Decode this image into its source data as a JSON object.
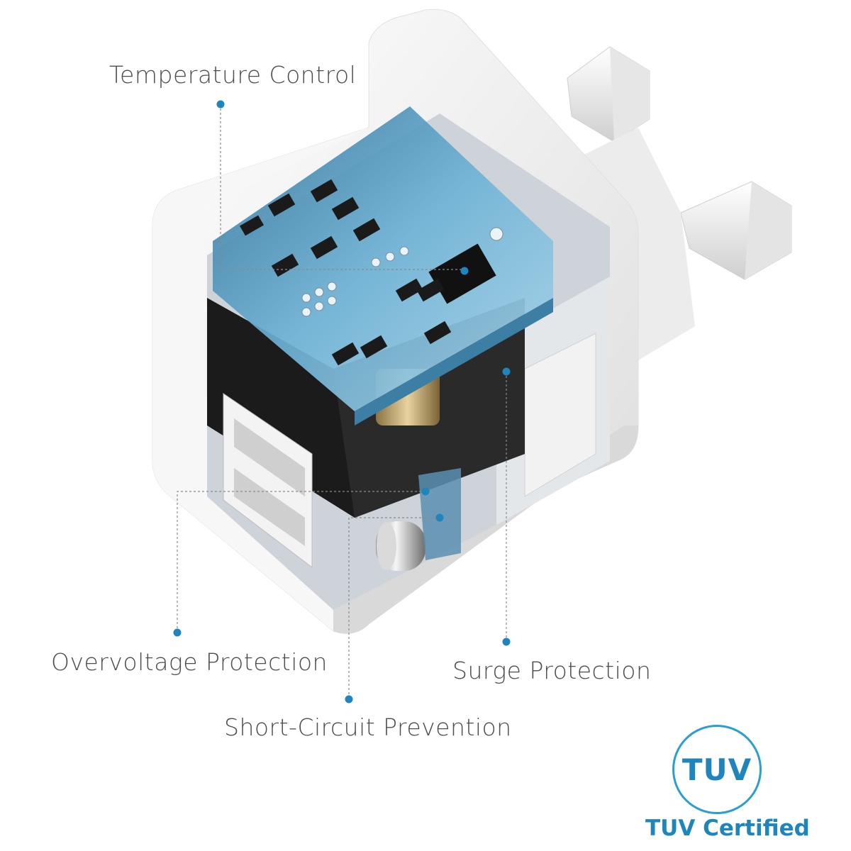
{
  "callouts": {
    "temperature": "Temperature Control",
    "overvoltage": "Overvoltage Protection",
    "surge": "Surge Protection",
    "short_circuit": "Short-Circuit Prevention"
  },
  "certification": {
    "badge_text": "TUV",
    "caption": "TUV Certified"
  },
  "colors": {
    "accent": "#1e86bd",
    "pcb": "#5fa8cc",
    "label_text": "#4d4d4d",
    "housing": "#f4f4f4"
  }
}
